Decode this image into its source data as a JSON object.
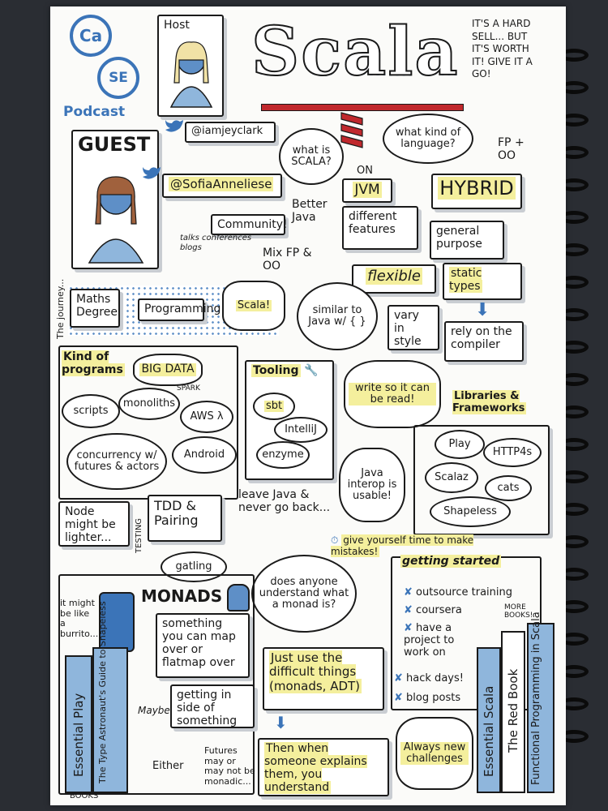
{
  "logo": {
    "top": "Ca",
    "bottom": "SE",
    "caption": "Podcast"
  },
  "host": {
    "label": "Host",
    "handle": "@iamjeyclark"
  },
  "title": "Scala",
  "note_top_right": "IT'S A HARD SELL... BUT IT'S WORTH IT! GIVE IT A GO!",
  "guest": {
    "label": "GUEST",
    "handle": "@SofiaAnneliese"
  },
  "what_is": "what is SCALA?",
  "what_kind": "what kind of language?",
  "fp_oo": "FP + OO",
  "on_jvm": {
    "on": "ON",
    "jvm": "JVM"
  },
  "hybrid": "HYBRID",
  "better_java": "Better Java",
  "different_features": "different features",
  "community": "Community!",
  "talks": "talks conferences blogs",
  "mix": "Mix FP & OO",
  "general_purpose": "general purpose",
  "static_types": "static types",
  "flexible": "flexible",
  "journey_label": "The journey...",
  "journey": [
    "Maths Degree",
    "Programming",
    "Scala!"
  ],
  "similar_java": "similar to Java w/ { }",
  "vary_style": "vary in style",
  "rely_compiler": "rely on the compiler",
  "kind_programs": "Kind of programs",
  "big_data": "BIG DATA",
  "spark": "SPARK",
  "scripts": "scripts",
  "monoliths": "monoliths",
  "aws": "AWS λ",
  "concurrency": "concurrency w/ futures & actors",
  "android": "Android",
  "tooling": "Tooling",
  "tools": [
    "sbt",
    "IntelliJ",
    "enzyme"
  ],
  "write_read": "write so it can be read!",
  "libraries": "Libraries & Frameworks",
  "libs": [
    "Play",
    "HTTP4s",
    "Scalaz",
    "cats",
    "Shapeless"
  ],
  "java_interop": "Java interop is usable!",
  "node": "Node might be lighter...",
  "testing": "TESTING",
  "tdd": "TDD & Pairing",
  "leave_java": "leave Java & never go back...",
  "give_time": "give yourself time to make mistakes!",
  "gatling": "gatling",
  "monad_q": "does anyone understand what a monad is?",
  "getting_started": "getting started",
  "gs_items": [
    "outsource training",
    "coursera",
    "have a project to work on",
    "hack days!",
    "blog posts"
  ],
  "more_books": "MORE BOOKS!",
  "burrito": "it might be like a burrito...",
  "monads": "MONADS",
  "map_over": "something you can map over or flatmap over",
  "getting_inside": "getting in side of something",
  "maybe": "Maybe",
  "either": "Either",
  "futures": "Futures may or may not be monadic...",
  "just_use": "Just use the difficult things (monads, ADT)",
  "then_when": "Then when someone explains them, you understand",
  "always_new": "Always new challenges",
  "books_label": "BOOKS",
  "books_left": [
    "Essential Play",
    "The Type Astronaut's Guide to Shapeless"
  ],
  "books_right": [
    "Essential Scala",
    "The Red Book",
    "Functional Programming in Scala"
  ],
  "colors": {
    "blue": "#3b74b8",
    "highlight": "#f4ef9d",
    "red": "#c0282d"
  }
}
